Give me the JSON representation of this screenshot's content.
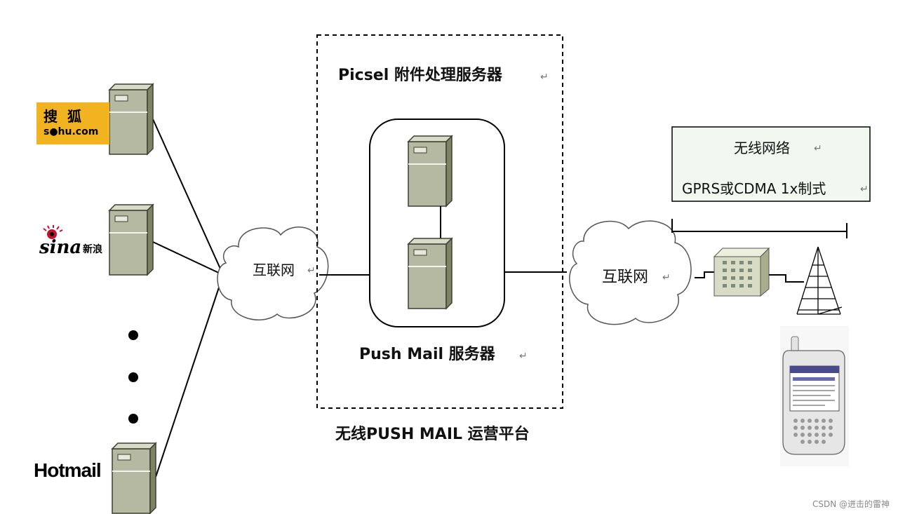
{
  "platform": {
    "attachment_server_label": "Picsel 附件处理服务器",
    "push_mail_server_label": "Push Mail 服务器",
    "platform_label": "无线PUSH MAIL 运营平台"
  },
  "clouds": {
    "left": "互联网",
    "right": "互联网"
  },
  "wireless": {
    "title": "无线网络",
    "subtitle": "GPRS或CDMA 1x制式"
  },
  "logos": {
    "sohu_cn": "搜狐",
    "sohu_en": "s●hu.com",
    "sina_en": "sina",
    "sina_cn": "新浪",
    "hotmail": "Hotmail"
  },
  "watermark": "CSDN @进击的雷神",
  "colors": {
    "server_face": "#b6b9a2",
    "server_side": "#7f8366",
    "server_top": "#d9dbc9",
    "server_outline": "#3d3f30",
    "sohu_bg": "#f2b320"
  }
}
